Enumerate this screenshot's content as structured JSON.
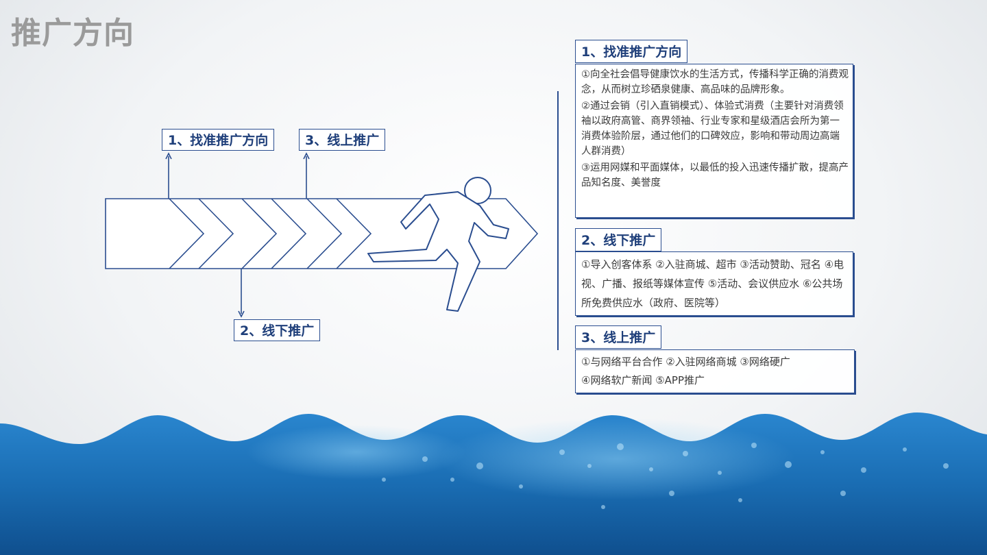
{
  "page": {
    "title": "推广方向"
  },
  "diagram": {
    "label1": "1、找准推广方向",
    "label2": "2、线下推广",
    "label3": "3、线上推广"
  },
  "section1": {
    "title": "1、找准推广方向",
    "p1": "①向全社会倡导健康饮水的生活方式，传播科学正确的消费观念，从而树立珍硒泉健康、高品味的品牌形象。",
    "p2": "②通过会销（引入直销模式）、体验式消费（主要针对消费领袖以政府高管、商界领袖、行业专家和星级酒店会所为第一消费体验阶层，通过他们的口碑效应，影响和带动周边高端人群消费）",
    "p3": "③运用网媒和平面媒体，以最低的投入迅速传播扩散，提高产品知名度、美誉度"
  },
  "section2": {
    "title": "2、线下推广",
    "text": "①导入创客体系 ②入驻商城、超市 ③活动赞助、冠名 ④电视、广播、报纸等媒体宣传 ⑤活动、会议供应水 ⑥公共场所免费供应水（政府、医院等）"
  },
  "section3": {
    "title": "3、线上推广",
    "line1": "①与网络平台合作 ②入驻网络商城 ③网络硬广",
    "line2": "④网络软广新闻 ⑤APP推广"
  },
  "colors": {
    "accent": "#2a4d8f",
    "title_gray": "#9a9a9a",
    "water": "#1a6db3"
  }
}
